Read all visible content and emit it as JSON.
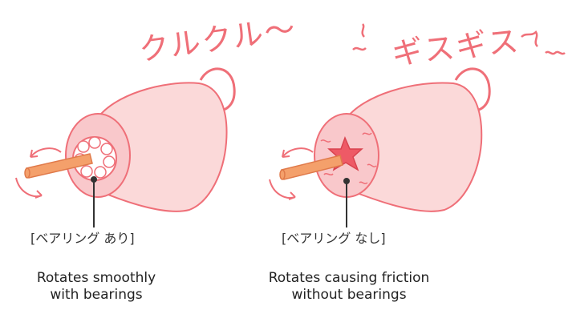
{
  "figure": {
    "left": {
      "sound_effect": "クルクル〜",
      "label": "[ベアリング あり]",
      "caption_line1": "Rotates smoothly",
      "caption_line2": "with bearings"
    },
    "right": {
      "sound_effect": "ギスギス",
      "label": "[ベアリング なし]",
      "caption_line1": "Rotates causing friction",
      "caption_line2": "without bearings"
    }
  },
  "colors": {
    "body_fill": "#fbd9d9",
    "outline": "#ef6f78",
    "shaft": "#f4a06b",
    "friction": "#ee5a66"
  }
}
